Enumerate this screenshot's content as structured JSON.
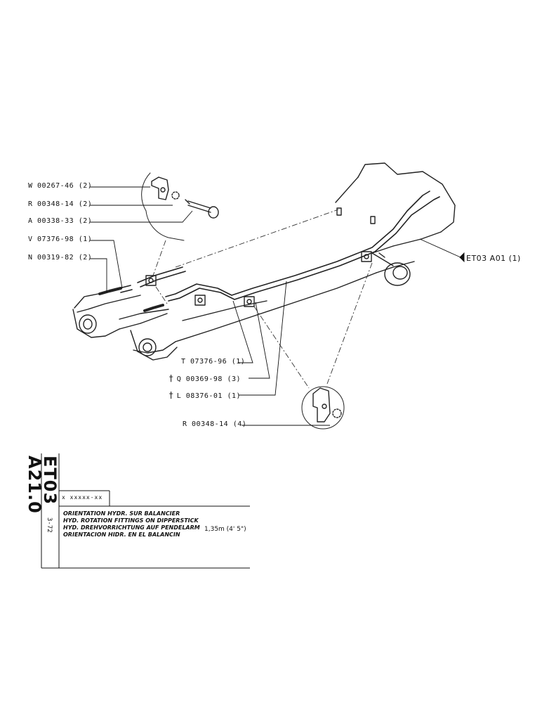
{
  "labels": {
    "w_bracket": "W 00267-46 (2)",
    "r_washer_top": "R 00348-14 (2)",
    "a_bolt": "A 00338-33 (2)",
    "v_hose": "V 07376-98 (1)",
    "n_nut": "N 00319-82 (2)",
    "t_tube": "T 07376-96 (1)",
    "q_clamp": "Q 00369-98 (3)",
    "l_line": "L 08376-01 (1)",
    "r_washer_bottom": "R 00348-14 (4)"
  },
  "dagger_symbol": "†",
  "reference": "ET03 A01  (1)",
  "title_block": {
    "code": "ET03 A21.0",
    "date": "3-72",
    "x_code": "x xxxxx-xx",
    "titles": [
      "ORIENTATION HYDR. SUR BALANCIER",
      "HYD. ROTATION FITTINGS ON DIPPERSTICK",
      "HYD. DREHVORRICHTUNG AUF PENDELARM",
      "ORIENTACION HIDR. EN EL BALANCIN"
    ],
    "size": "1,35m (4' 5\")"
  }
}
